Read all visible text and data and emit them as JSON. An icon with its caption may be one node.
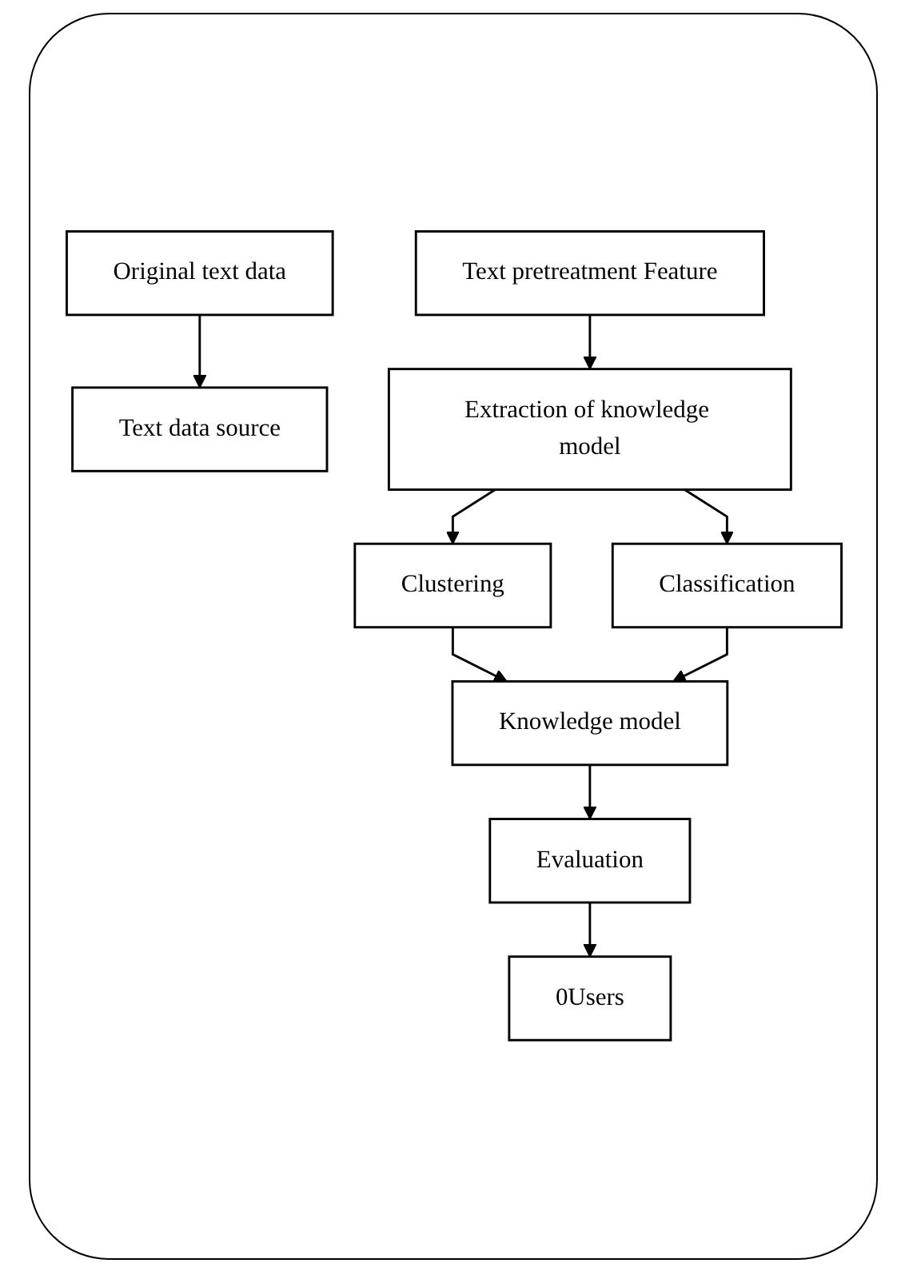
{
  "diagram": {
    "nodes": [
      {
        "text": [
          "Original text data"
        ]
      },
      {
        "text": [
          "Text data source"
        ]
      },
      {
        "text": [
          "Text pretreatment Feature"
        ]
      },
      {
        "text": [
          "Extraction of knowledge model"
        ]
      },
      {
        "text": [
          "Clustering"
        ]
      },
      {
        "text": [
          "Classification"
        ]
      },
      {
        "text": [
          "Knowledge model"
        ]
      },
      {
        "text": [
          "Evaluation"
        ]
      },
      {
        "text": [
          "0Users"
        ]
      }
    ],
    "edges": [
      {
        "from": 0,
        "to": 1,
        "arrow": "to"
      },
      {
        "from": 2,
        "to": 3,
        "arrow": "to"
      },
      {
        "from": 3,
        "to": 4,
        "arrow": "to"
      },
      {
        "from": 3,
        "to": 5,
        "arrow": "to"
      },
      {
        "from": 4,
        "to": 6,
        "arrow": "to"
      },
      {
        "from": 5,
        "to": 6,
        "arrow": "to"
      },
      {
        "from": 6,
        "to": 7,
        "arrow": "to"
      },
      {
        "from": 7,
        "to": 8,
        "arrow": "to"
      }
    ]
  }
}
